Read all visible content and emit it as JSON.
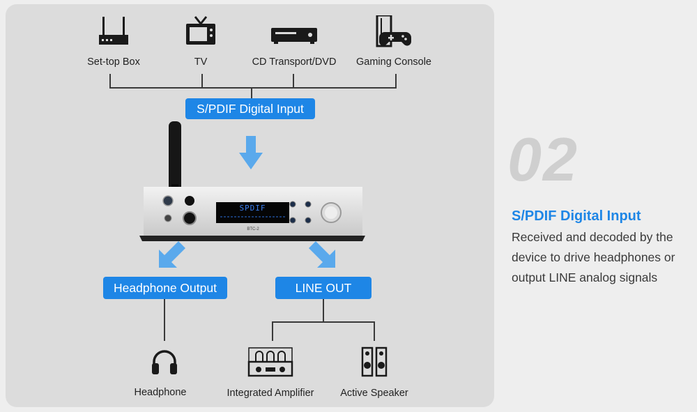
{
  "sources": [
    {
      "label": "Set-top Box",
      "icon": "set-top-box-icon"
    },
    {
      "label": "TV",
      "icon": "tv-icon"
    },
    {
      "label": "CD Transport/DVD",
      "icon": "cd-transport-icon"
    },
    {
      "label": "Gaming Console",
      "icon": "gaming-console-icon"
    }
  ],
  "input_label": "S/PDIF Digital Input",
  "device": {
    "display": "SPDIF",
    "model": "BTC-2"
  },
  "outputs": {
    "headphone": "Headphone Output",
    "line": "LINE OUT"
  },
  "destinations": [
    {
      "label": "Headphone",
      "icon": "headphones-icon"
    },
    {
      "label": "Integrated Amplifier",
      "icon": "tube-amplifier-icon"
    },
    {
      "label": "Active Speaker",
      "icon": "speaker-icon"
    }
  ],
  "side": {
    "number": "02",
    "title": "S/PDIF Digital Input",
    "lines": [
      "Received and decoded by the",
      "device to drive headphones or",
      "output LINE analog signals"
    ]
  },
  "colors": {
    "accent": "#1e86e6",
    "arrow": "#5aa9ec",
    "panel": "#dcdcdc"
  }
}
